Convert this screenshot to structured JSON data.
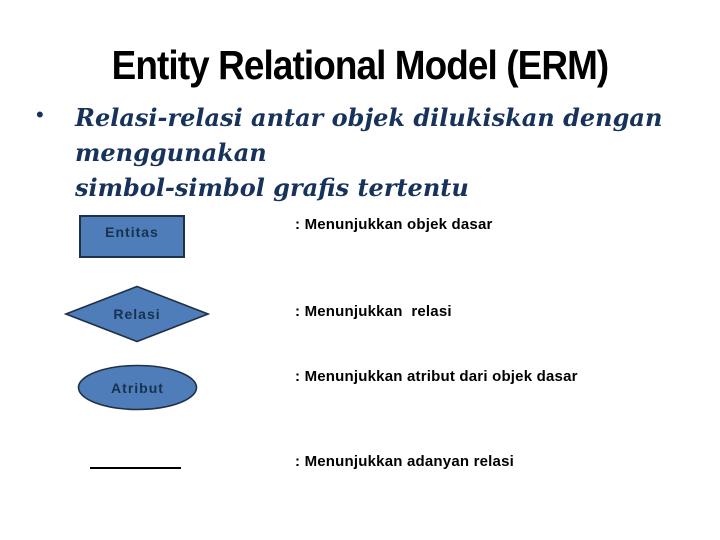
{
  "slide": {
    "title": "Entity Relational Model (ERM)",
    "bullet": {
      "marker": "•",
      "line1": "Relasi-relasi antar objek dilukiskan dengan menggunakan",
      "line2": "simbol-simbol grafis tertentu"
    },
    "legend": [
      {
        "shape": "rectangle",
        "label": "Entitas",
        "description": ": Menunjukkan objek dasar"
      },
      {
        "shape": "diamond",
        "label": "Relasi",
        "description": ": Menunjukkan  relasi"
      },
      {
        "shape": "ellipse",
        "label": "Atribut",
        "description": ": Menunjukkan atribut dari objek dasar"
      },
      {
        "shape": "line",
        "label": "",
        "description": ": Menunjukkan adanyan relasi"
      }
    ],
    "colors": {
      "background": "#ffffff",
      "title_text": "#000000",
      "bullet_text": "#17335c",
      "shape_fill": "#4f7db9",
      "shape_border": "#1f3147",
      "shape_label": "#17324e",
      "description_text": "#000000",
      "line_symbol": "#000000"
    }
  }
}
